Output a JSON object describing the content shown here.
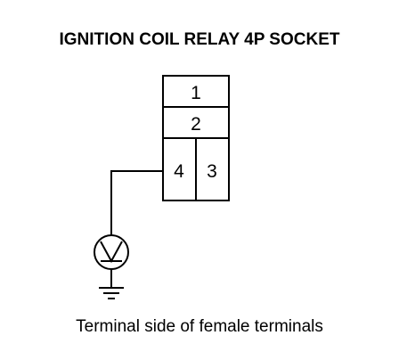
{
  "title": "IGNITION COIL RELAY 4P SOCKET",
  "connector": {
    "terminals": [
      {
        "id": "t1",
        "label": "1"
      },
      {
        "id": "t2",
        "label": "2"
      },
      {
        "id": "t4",
        "label": "4"
      },
      {
        "id": "t3",
        "label": "3"
      }
    ]
  },
  "meter": {
    "icon": "voltmeter-icon"
  },
  "ground": {
    "icon": "ground-icon"
  },
  "caption": "Terminal side of female terminals"
}
